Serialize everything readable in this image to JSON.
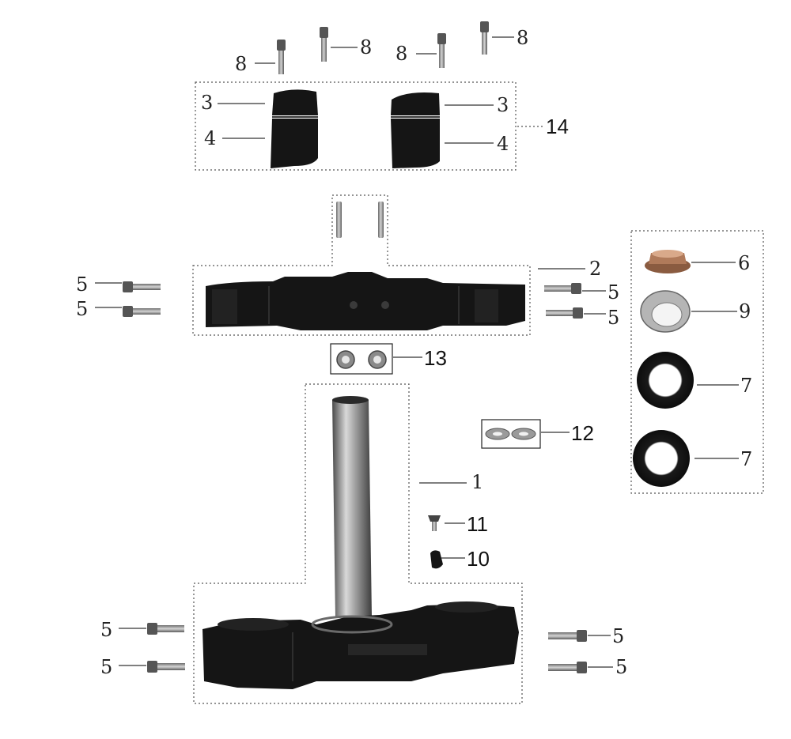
{
  "labels": {
    "bolt_8": "8",
    "clamp_top": "3",
    "clamp_bottom": "4",
    "clamp_set": "14",
    "upper_crown": "2",
    "bolt_5": "5",
    "nut_13": "13",
    "nut_6": "6",
    "washer_9": "9",
    "bearing_7": "7",
    "washer_12": "12",
    "stem_1": "1",
    "bolt_11": "11",
    "plug_10": "10"
  },
  "colors": {
    "part_black": "#151515",
    "part_dark": "#2a2a2a",
    "metal": "#9a9a9a",
    "metal_light": "#cfcfcf",
    "bronze": "#b07a5a"
  }
}
